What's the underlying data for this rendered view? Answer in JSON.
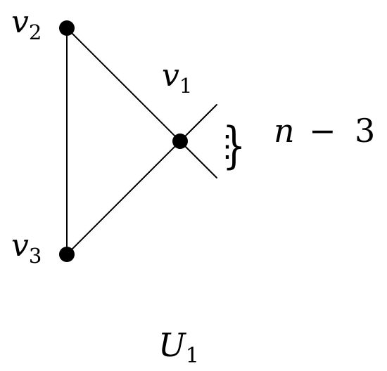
{
  "graph": {
    "caption": {
      "main": "U",
      "sub": "1"
    },
    "vertices": [
      {
        "id": "v1",
        "main": "v",
        "sub": "1"
      },
      {
        "id": "v2",
        "main": "v",
        "sub": "2"
      },
      {
        "id": "v3",
        "main": "v",
        "sub": "3"
      }
    ],
    "pendant_count": {
      "var": "n",
      "op": "−",
      "num": "3"
    },
    "ellipsis": "⋮",
    "brace": "}"
  },
  "colors": {
    "ink": "#000000",
    "background": "#ffffff"
  }
}
